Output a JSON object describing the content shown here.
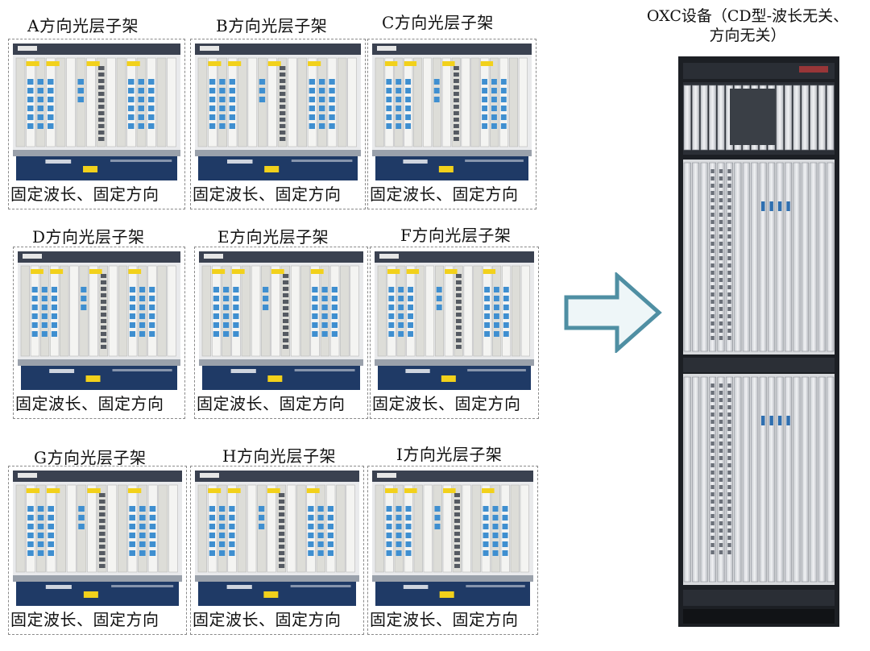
{
  "shelves": [
    {
      "title": "A方向光层子架",
      "caption": "固定波长、固定方向"
    },
    {
      "title": "B方向光层子架",
      "caption": "固定波长、固定方向"
    },
    {
      "title": "C方向光层子架",
      "caption": "固定波长、固定方向"
    },
    {
      "title": "D方向光层子架",
      "caption": "固定波长、固定方向"
    },
    {
      "title": "E方向光层子架",
      "caption": "固定波长、固定方向"
    },
    {
      "title": "F方向光层子架",
      "caption": "固定波长、固定方向"
    },
    {
      "title": "G方向光层子架",
      "caption": "固定波长、固定方向"
    },
    {
      "title": "H方向光层子架",
      "caption": "固定波长、固定方向"
    },
    {
      "title": "I方向光层子架",
      "caption": "固定波长、固定方向"
    }
  ],
  "oxc": {
    "title_line1": "OXC设备（CD型-波长无关、",
    "title_line2": "方向无关）"
  },
  "colors": {
    "arrow_fill": "#eef6f8",
    "arrow_stroke": "#4f8fa3",
    "cabinet_dark": "#1c1f24",
    "shelf_base": "#1f3a66",
    "card_blue": "#3f8fd0",
    "label_yellow": "#f2d11b"
  },
  "icons": {
    "arrow": "right-arrow-icon"
  }
}
